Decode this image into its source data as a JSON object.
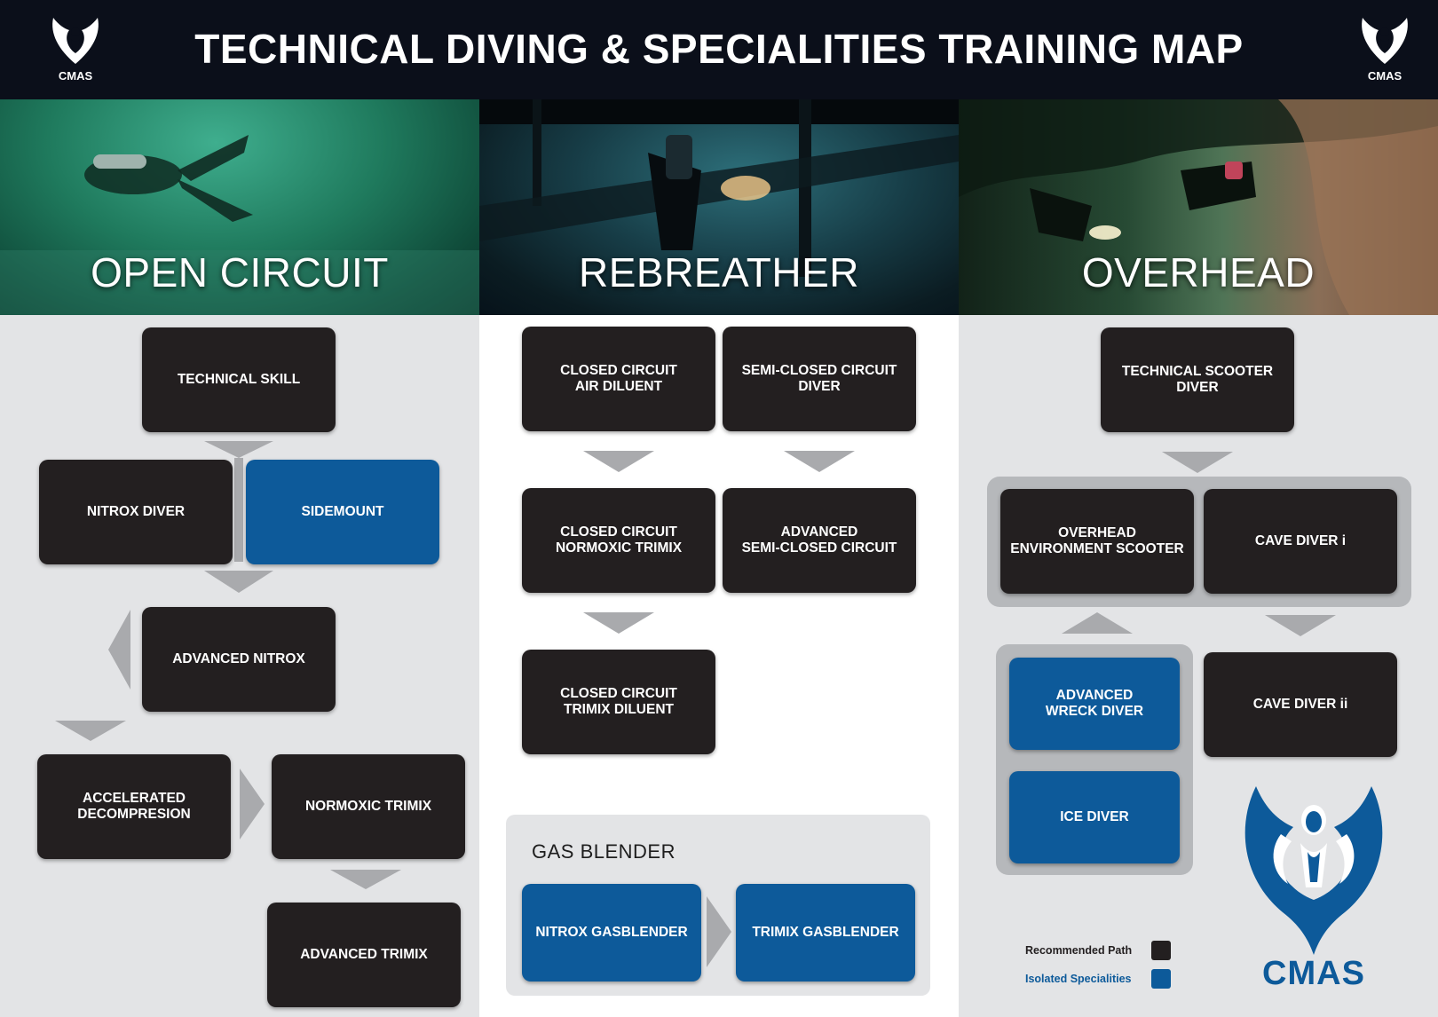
{
  "header": {
    "title": "TECHNICAL DIVING & SPECIALITIES TRAINING MAP",
    "logo_text": "CMAS"
  },
  "photos": {
    "open_circuit": "OPEN CIRCUIT",
    "rebreather": "REBREATHER",
    "overhead": "OVERHEAD"
  },
  "open_circuit": {
    "technical_skill": "TECHNICAL SKILL",
    "nitrox_diver": "NITROX DIVER",
    "sidemount": "SIDEMOUNT",
    "advanced_nitrox": "ADVANCED NITROX",
    "accelerated_decompression": "ACCELERATED\nDECOMPRESION",
    "normoxic_trimix": "NORMOXIC TRIMIX",
    "advanced_trimix": "ADVANCED TRIMIX"
  },
  "rebreather": {
    "cc_air_diluent": "CLOSED CIRCUIT\nAIR DILUENT",
    "semi_closed_diver": "SEMI-CLOSED CIRCUIT\nDIVER",
    "cc_normoxic_trimix": "CLOSED CIRCUIT\nNORMOXIC TRIMIX",
    "advanced_semi_closed": "ADVANCED\nSEMI-CLOSED CIRCUIT",
    "cc_trimix_diluent": "CLOSED CIRCUIT\nTRIMIX DILUENT"
  },
  "gas_blender": {
    "title": "GAS BLENDER",
    "nitrox": "NITROX GASBLENDER",
    "trimix": "TRIMIX GASBLENDER"
  },
  "overhead": {
    "technical_scooter": "TECHNICAL SCOOTER\nDIVER",
    "overhead_env_scooter": "OVERHEAD\nENVIRONMENT SCOOTER",
    "cave_diver_i": "CAVE DIVER i",
    "advanced_wreck": "ADVANCED\nWRECK DIVER",
    "cave_diver_ii": "CAVE DIVER ii",
    "ice_diver": "ICE DIVER"
  },
  "legend": {
    "recommended_path": "Recommended Path",
    "isolated_specialities": "Isolated Specialities",
    "recommended_color": "#231f20",
    "isolated_color": "#0d5a9a"
  },
  "colors": {
    "brand_blue": "#0d5a9a",
    "box_dark": "#231f20",
    "arrow_gray": "#a9aaad"
  },
  "big_logo_text": "CMAS"
}
